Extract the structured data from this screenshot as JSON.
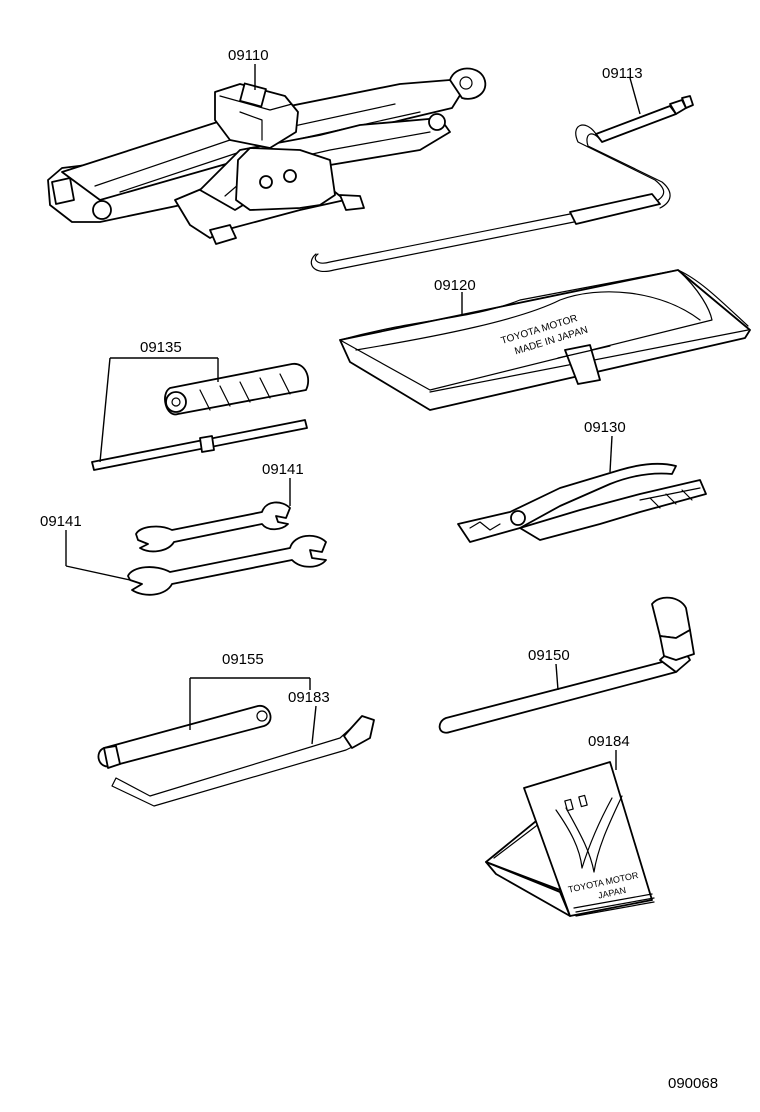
{
  "labels": {
    "jack": "09110",
    "jack_handle": "09113",
    "tool_bag": "09120",
    "screwdriver": "09135",
    "wrench_upper": "09141",
    "wrench_lower": "09141",
    "pliers": "09130",
    "plug_wrench": "09155",
    "handle_rod": "09183",
    "lug_wrench": "09150",
    "wheel_chock": "09184"
  },
  "bag_text": {
    "line1": "TOYOTA MOTOR",
    "line2": "MADE IN JAPAN"
  },
  "chock_text": {
    "line1": "TOYOTA MOTOR",
    "line2": "JAPAN"
  },
  "figure_number": "090068"
}
